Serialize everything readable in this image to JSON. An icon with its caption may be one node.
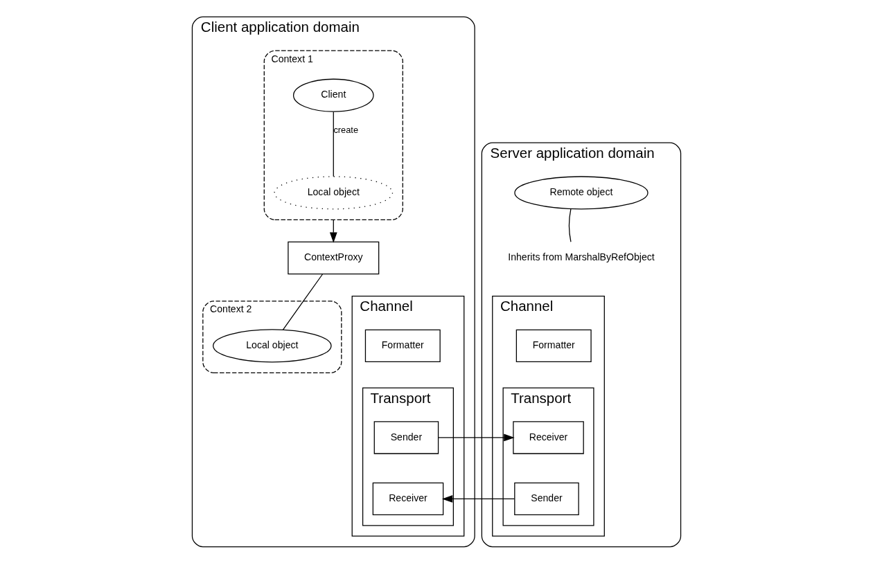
{
  "diagram": {
    "nodes": [
      {
        "text": [
          "Client application domain"
        ]
      },
      {
        "text": [
          "Context 1"
        ],
        "in": 0
      },
      {
        "text": [
          "Client"
        ],
        "in": 1
      },
      {
        "text": [
          "Local object"
        ],
        "in": 1
      },
      {
        "text": [
          "ContextProxy"
        ],
        "in": 0
      },
      {
        "text": [
          "Context 2"
        ],
        "in": 0
      },
      {
        "text": [
          "Local object"
        ],
        "in": 5
      },
      {
        "text": [
          "Channel"
        ],
        "in": 0
      },
      {
        "text": [
          "Formatter"
        ],
        "in": 7
      },
      {
        "text": [
          "Transport"
        ],
        "in": 7
      },
      {
        "text": [
          "Sender"
        ],
        "in": 9
      },
      {
        "text": [
          "Receiver"
        ],
        "in": 9
      },
      {
        "text": [
          "Server application domain"
        ]
      },
      {
        "text": [
          "Remote object"
        ],
        "in": 12
      },
      {
        "text": [
          "Inherits from MarshalByRefObject"
        ],
        "in": 12
      },
      {
        "text": [
          "Channel"
        ],
        "in": 12
      },
      {
        "text": [
          "Formatter"
        ],
        "in": 15
      },
      {
        "text": [
          "Transport"
        ],
        "in": 15
      },
      {
        "text": [
          "Receiver"
        ],
        "in": 17
      },
      {
        "text": [
          "Sender"
        ],
        "in": 17
      }
    ],
    "edges": [
      {
        "from": 2,
        "to": 3,
        "arrow": "none",
        "label": "create"
      },
      {
        "from": 1,
        "to": 4,
        "arrow": "to"
      },
      {
        "from": 4,
        "to": 6,
        "arrow": "none"
      },
      {
        "from": 13,
        "to": 14,
        "arrow": "none"
      },
      {
        "from": 10,
        "to": 18,
        "arrow": "to"
      },
      {
        "from": 19,
        "to": 11,
        "arrow": "to"
      }
    ]
  }
}
